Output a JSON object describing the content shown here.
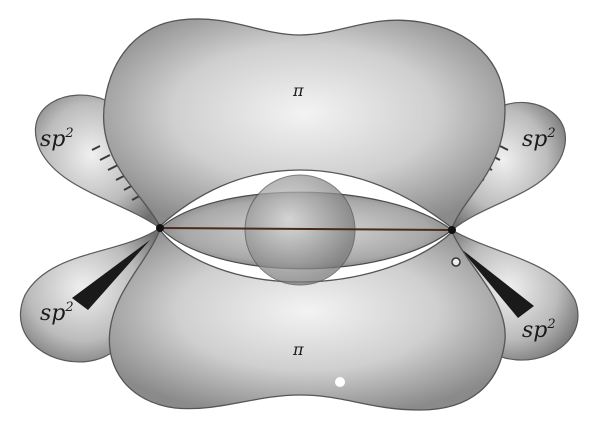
{
  "diagram": {
    "labels": {
      "pi_top": "π",
      "pi_bottom": "π",
      "sp_upper_left": "sp",
      "sp_upper_left_sup": "2",
      "sp_upper_right": "sp",
      "sp_upper_right_sup": "2",
      "sp_lower_left": "sp",
      "sp_lower_left_sup": "2",
      "sp_lower_right": "sp",
      "sp_lower_right_sup": "2"
    },
    "lobes": [
      "pi-lobe-top",
      "pi-lobe-bottom",
      "sp2-lobe-upper-left",
      "sp2-lobe-upper-right",
      "sp2-lobe-lower-left",
      "sp2-lobe-lower-right",
      "sigma-bond-lobe"
    ],
    "colors": {
      "background": "#ffffff",
      "lobe_light": "#f4f4f4",
      "lobe_mid": "#bdbdbd",
      "lobe_dark": "#6e6e6e",
      "ink": "#1a1a1a"
    }
  }
}
